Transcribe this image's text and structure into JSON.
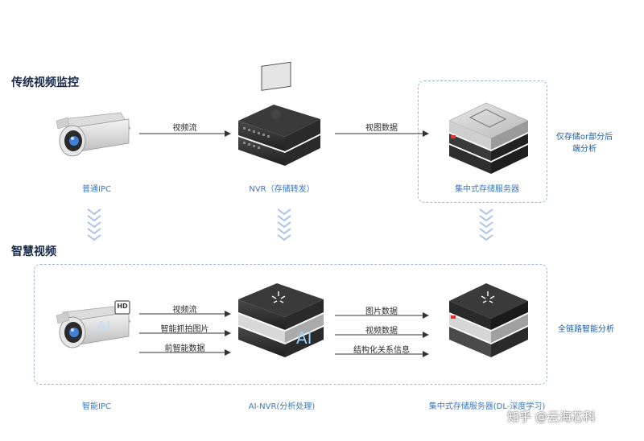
{
  "top": {
    "title": "传统视频监控",
    "camera_label": "普通IPC",
    "nvr_label": "NVR（存储转发）",
    "server_label": "集中式存储服务器",
    "arrow1_label": "视频流",
    "arrow2_label": "视图数据",
    "side_note": "仅存储or部分后端分析"
  },
  "bottom": {
    "title": "智慧视频",
    "camera_label": "智能IPC",
    "nvr_label": "AI-NVR(分析处理)",
    "server_label": "集中式存储服务器(DL-深度学习)",
    "camera_arrows": [
      "视频流",
      "智能抓拍图片",
      "前智能数据"
    ],
    "nvr_arrows": [
      "图片数据",
      "视频数据",
      "结构化关系信息"
    ],
    "side_note": "全链路智能分析",
    "hd_badge": "HD",
    "ai_mark": "AI",
    "nvr_ai_mark": "AI"
  },
  "watermark": "知乎 @云海芯科",
  "colors": {
    "accent": "#3a78c2",
    "dashed": "#9ab7dd",
    "chevron": "#a9c4e8"
  }
}
